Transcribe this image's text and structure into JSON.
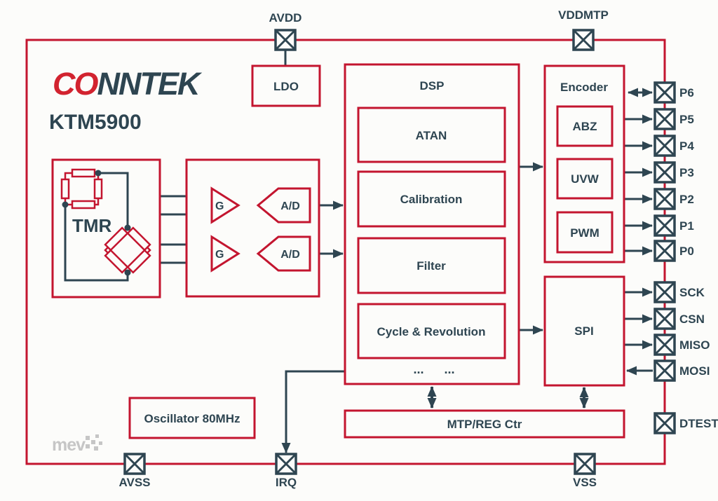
{
  "colors": {
    "chip_outline_red": "#C3152F",
    "logo_red": "#D2232F",
    "signal_slate": "#2E4551",
    "background": "#FCFCFA",
    "watermark_gray": "#C6C6C6"
  },
  "branding": {
    "logo_left": "CO",
    "logo_right": "NNTEK",
    "model": "KTM5900",
    "watermark": "mev"
  },
  "blocks": {
    "ldo": {
      "label": "LDO"
    },
    "tmr": {
      "label": "TMR"
    },
    "afe": {
      "gain1": "G",
      "gain2": "G",
      "adc1": "A/D",
      "adc2": "A/D"
    },
    "dsp": {
      "title": "DSP",
      "atan": "ATAN",
      "calibration": "Calibration",
      "filter": "Filter",
      "cycle": "Cycle & Revolution",
      "dots_left": "...",
      "dots_right": "..."
    },
    "encoder": {
      "title": "Encoder",
      "abz": "ABZ",
      "uvw": "UVW",
      "pwm": "PWM"
    },
    "spi": {
      "label": "SPI"
    },
    "mtp": {
      "label": "MTP/REG Ctr"
    },
    "osc": {
      "label": "Oscillator 80MHz"
    }
  },
  "pins": {
    "top": [
      {
        "label": "AVDD"
      },
      {
        "label": "VDDMTP"
      }
    ],
    "right": [
      {
        "label": "P6"
      },
      {
        "label": "P5"
      },
      {
        "label": "P4"
      },
      {
        "label": "P3"
      },
      {
        "label": "P2"
      },
      {
        "label": "P1"
      },
      {
        "label": "P0"
      },
      {
        "label": "SCK"
      },
      {
        "label": "CSN"
      },
      {
        "label": "MISO"
      },
      {
        "label": "MOSI"
      },
      {
        "label": "DTEST"
      }
    ],
    "bottom": [
      {
        "label": "AVSS"
      },
      {
        "label": "IRQ"
      },
      {
        "label": "VSS"
      }
    ]
  }
}
